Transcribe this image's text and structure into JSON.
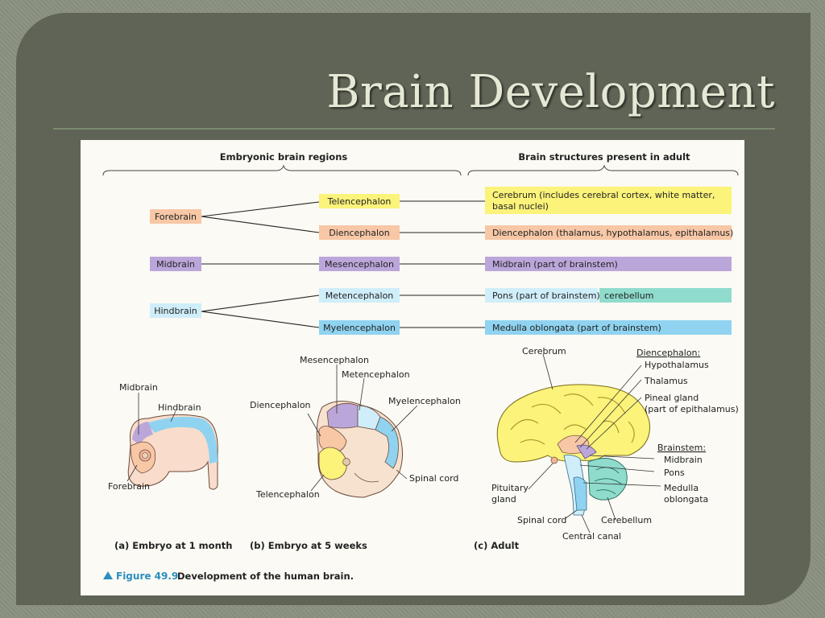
{
  "slide": {
    "title": "Brain Development"
  },
  "figure": {
    "header_left": "Embryonic brain regions",
    "header_right": "Brain structures present in adult",
    "primary": [
      "Forebrain",
      "Midbrain",
      "Hindbrain"
    ],
    "secondary": [
      "Telencephalon",
      "Diencephalon",
      "Mesencephalon",
      "Metencephalon",
      "Myelencephalon"
    ],
    "adult": {
      "cerebrum_line1": "Cerebrum (includes cerebral cortex, white matter,",
      "cerebrum_line2": "basal nuclei)",
      "diencephalon": "Diencephalon (thalamus, hypothalamus, epithalamus)",
      "midbrain": "Midbrain (part of brainstem)",
      "pons": "Pons (part of brainstem),",
      "cerebellum": "cerebellum",
      "medulla": "Medulla oblongata (part of brainstem)"
    },
    "embryo_a": {
      "midbrain": "Midbrain",
      "hindbrain": "Hindbrain",
      "forebrain": "Forebrain",
      "caption": "(a) Embryo at 1 month"
    },
    "embryo_b": {
      "mesencephalon": "Mesencephalon",
      "metencephalon": "Metencephalon",
      "diencephalon": "Diencephalon",
      "myelencephalon": "Myelencephalon",
      "spinal_cord": "Spinal cord",
      "telencephalon": "Telencephalon",
      "caption": "(b) Embryo at 5 weeks"
    },
    "adult_diagram": {
      "cerebrum": "Cerebrum",
      "diencephalon": "Diencephalon:",
      "hypothalamus": "Hypothalamus",
      "thalamus": "Thalamus",
      "pineal1": "Pineal gland",
      "pineal2": "(part of epithalamus)",
      "brainstem": "Brainstem:",
      "midbrain": "Midbrain",
      "pons": "Pons",
      "medulla1": "Medulla",
      "medulla2": "oblongata",
      "pituitary1": "Pituitary",
      "pituitary2": "gland",
      "spinal_cord": "Spinal cord",
      "cerebellum": "Cerebellum",
      "central_canal": "Central canal",
      "caption": "(c) Adult"
    },
    "caption_label": "Figure 49.9",
    "caption_text": "Development of the human brain."
  },
  "colors": {
    "telencephalon": "#fbf37a",
    "diencephalon": "#f7c7a6",
    "mesencephalon": "#bba6da",
    "metencephalon": "#cfeefa",
    "myelencephalon": "#8fd3f0",
    "cerebellum": "#8fdccd",
    "accent": "#2b8fbf"
  }
}
